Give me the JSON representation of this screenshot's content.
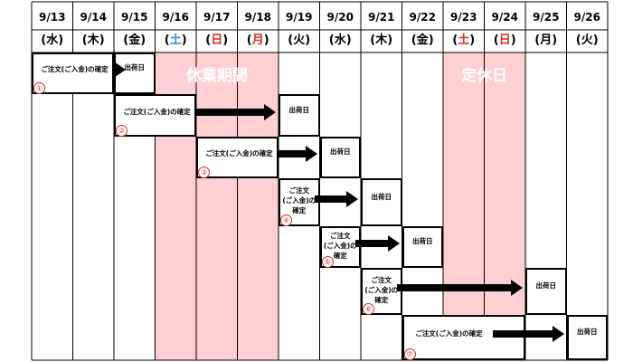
{
  "colors": {
    "holiday_fill": "#ffcfd2",
    "red": "#d32b1f",
    "blue": "#2a8ee0",
    "line": "#000000"
  },
  "days": [
    {
      "date": "9/13",
      "weekday": "水",
      "color": "#000000",
      "holiday": false
    },
    {
      "date": "9/14",
      "weekday": "木",
      "color": "#000000",
      "holiday": false
    },
    {
      "date": "9/15",
      "weekday": "金",
      "color": "#000000",
      "holiday": false
    },
    {
      "date": "9/16",
      "weekday": "土",
      "color": "#2a8ee0",
      "holiday": true
    },
    {
      "date": "9/17",
      "weekday": "日",
      "color": "#d32b1f",
      "holiday": true
    },
    {
      "date": "9/18",
      "weekday": "月",
      "color": "#d32b1f",
      "holiday": true
    },
    {
      "date": "9/19",
      "weekday": "火",
      "color": "#000000",
      "holiday": false
    },
    {
      "date": "9/20",
      "weekday": "水",
      "color": "#000000",
      "holiday": false
    },
    {
      "date": "9/21",
      "weekday": "木",
      "color": "#000000",
      "holiday": false
    },
    {
      "date": "9/22",
      "weekday": "金",
      "color": "#000000",
      "holiday": false
    },
    {
      "date": "9/23",
      "weekday": "土",
      "color": "#d32b1f",
      "holiday": true
    },
    {
      "date": "9/24",
      "weekday": "日",
      "color": "#d32b1f",
      "holiday": true
    },
    {
      "date": "9/25",
      "weekday": "月",
      "color": "#000000",
      "holiday": false
    },
    {
      "date": "9/26",
      "weekday": "火",
      "color": "#000000",
      "holiday": false
    }
  ],
  "periods": [
    {
      "label": "休業期間",
      "start": 3,
      "end": 5
    },
    {
      "label": "定休日",
      "start": 10,
      "end": 11
    }
  ],
  "ship_label": "出荷日",
  "schedules": [
    {
      "number": "①",
      "order_lines": [
        "ご注文(ご入金)の確定"
      ],
      "order_start": 0,
      "order_end": 1,
      "ship_day": 2
    },
    {
      "number": "②",
      "order_lines": [
        "ご注文(ご入金)の確定"
      ],
      "order_start": 2,
      "order_end": 3,
      "ship_day": 6
    },
    {
      "number": "③",
      "order_lines": [
        "ご注文(ご入金)の確定"
      ],
      "order_start": 4,
      "order_end": 5,
      "ship_day": 7
    },
    {
      "number": "④",
      "order_lines": [
        "ご注文",
        "(ご入金)の",
        "確定"
      ],
      "order_start": 6,
      "order_end": 6,
      "ship_day": 8
    },
    {
      "number": "⑤",
      "order_lines": [
        "ご注文",
        "(ご入金)の",
        "確定"
      ],
      "order_start": 7,
      "order_end": 7,
      "ship_day": 9
    },
    {
      "number": "⑥",
      "order_lines": [
        "ご注文",
        "(ご入金)の",
        "確定"
      ],
      "order_start": 8,
      "order_end": 8,
      "ship_day": 12
    },
    {
      "number": "⑦",
      "order_lines": [
        "ご注文(ご入金)の確定"
      ],
      "order_start": 9,
      "order_end": 11,
      "ship_day": 13
    }
  ]
}
